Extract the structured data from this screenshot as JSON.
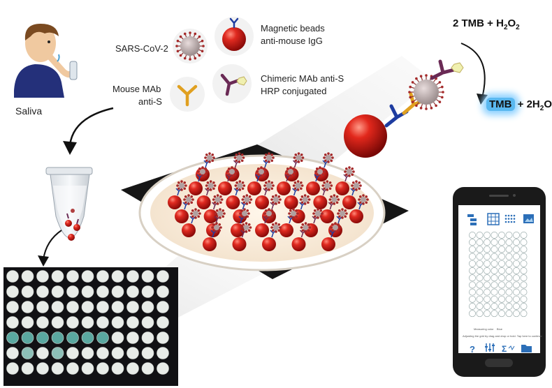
{
  "labels": {
    "saliva": "Saliva",
    "sars": "SARS-CoV-2",
    "beads_line1": "Magnetic beads",
    "beads_line2": "anti-mouse IgG",
    "mouse_line1": "Mouse MAb",
    "mouse_line2": "anti-S",
    "chimeric_line1": "Chimeric MAb anti-S",
    "chimeric_line2": "HRP conjugated"
  },
  "reaction": {
    "left_coef": "2 TMB + H",
    "left_sub1": "2",
    "left_o": "O",
    "left_sub2": "2",
    "product": "TMB",
    "right_rest": " + 2H",
    "right_sub": "2",
    "right_o": "O"
  },
  "phone": {
    "measuring_label": "Measuring color",
    "measuring_value": "Blue",
    "hint": "Adjusting the grid by drag and drop or hold. Tap here to continue"
  },
  "colors": {
    "bead": "#d32020",
    "virus": "#9a2a2a",
    "antibody_mouse": "#e0a020",
    "antibody_chimeric": "#6a2a55",
    "tmb_glow": "#5ab8f0",
    "plate_positive": "#5aa8a0"
  },
  "icons": [
    "hierarchy-icon",
    "grid-icon",
    "dots-grid-icon",
    "image-icon",
    "help-icon",
    "sliders-icon",
    "sigma-icon",
    "folder-icon"
  ]
}
